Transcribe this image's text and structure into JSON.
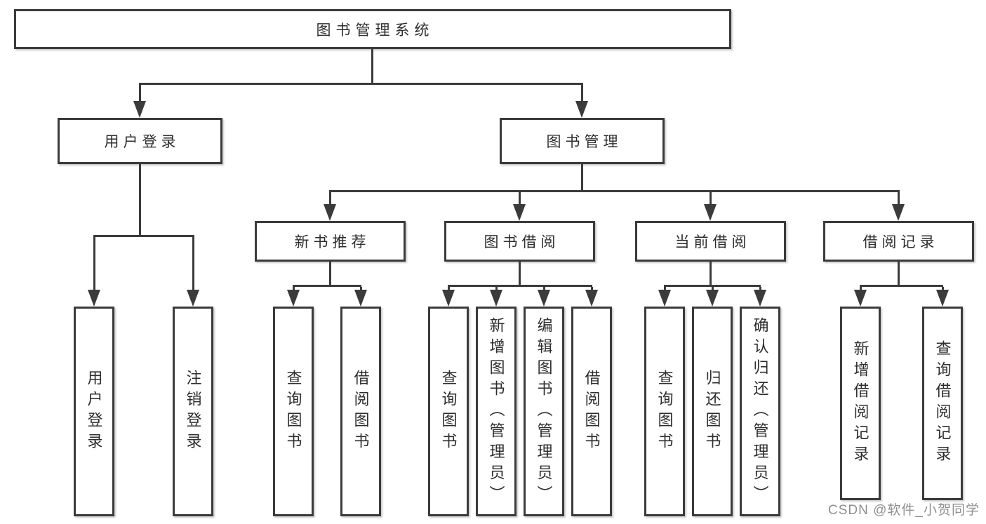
{
  "tree": {
    "root": {
      "label": "图书管理系统"
    },
    "login_branch": {
      "label": "用户登录",
      "children": [
        {
          "label": "用户登录"
        },
        {
          "label": "注销登录"
        }
      ]
    },
    "management_branch": {
      "label": "图书管理",
      "modules": [
        {
          "label": "新书推荐",
          "children": [
            {
              "label": "查询图书"
            },
            {
              "label": "借阅图书"
            }
          ]
        },
        {
          "label": "图书借阅",
          "children": [
            {
              "label": "查询图书"
            },
            {
              "label": "新增图书（管理员）"
            },
            {
              "label": "编辑图书（管理员）"
            },
            {
              "label": "借阅图书"
            }
          ]
        },
        {
          "label": "当前借阅",
          "children": [
            {
              "label": "查询图书"
            },
            {
              "label": "归还图书"
            },
            {
              "label": "确认归还（管理员）"
            }
          ]
        },
        {
          "label": "借阅记录",
          "children": [
            {
              "label": "新增借阅记录"
            },
            {
              "label": "查询借阅记录"
            }
          ]
        }
      ]
    }
  },
  "watermark": {
    "text": "CSDN @软件_小贺同学"
  },
  "colors": {
    "line": "#3b3b3b",
    "box_border": "#3b3b3b",
    "text": "#2e2e2e",
    "watermark": "#8f8f8f",
    "background": "#ffffff"
  }
}
